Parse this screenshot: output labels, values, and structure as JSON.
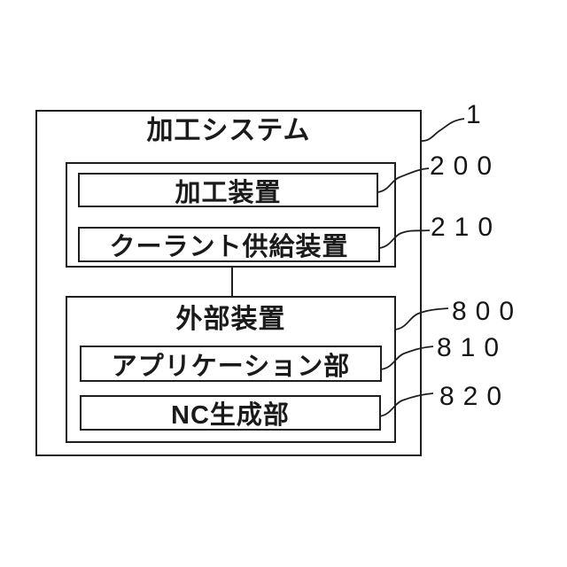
{
  "figure": {
    "system": {
      "title": "加工システム",
      "ref": "1"
    },
    "machining_device": {
      "label": "加工装置",
      "ref": "200"
    },
    "coolant_supply_device": {
      "label": "クーラント供給装置",
      "ref": "210"
    },
    "external_device": {
      "title": "外部装置",
      "ref": "800"
    },
    "application_unit": {
      "label": "アプリケーション部",
      "ref": "810"
    },
    "nc_generation_unit": {
      "label": "NC生成部",
      "ref": "820"
    }
  }
}
